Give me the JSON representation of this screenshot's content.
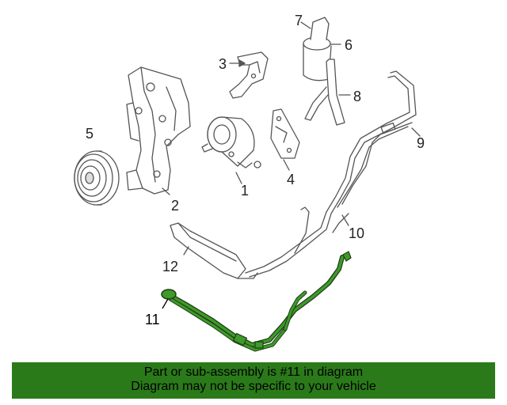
{
  "callouts": [
    "1",
    "2",
    "3",
    "4",
    "5",
    "6",
    "7",
    "8",
    "9",
    "10",
    "11",
    "12"
  ],
  "banner": {
    "line1": "Part or sub-assembly is #11 in diagram",
    "line2": "Diagram may not be specific to your vehicle"
  },
  "colors": {
    "highlight": "#3e9a2a",
    "banner": "#2b7a1a",
    "line": "#555555"
  }
}
